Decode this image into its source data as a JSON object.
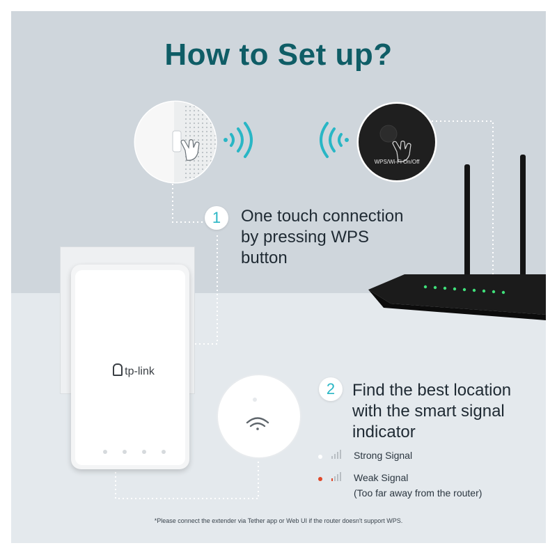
{
  "title": "How to Set up?",
  "step1": {
    "number": "1",
    "lines": [
      "One touch connection",
      "by pressing WPS",
      "button"
    ]
  },
  "step2": {
    "number": "2",
    "lines": [
      "Find the best location",
      "with the smart signal",
      "indicator"
    ]
  },
  "legend": {
    "strong": "Strong Signal",
    "weak": "Weak Signal",
    "weak_note": "(Too far away from the router)"
  },
  "router_button_label": "WPS/Wi-Fi On/Off",
  "brand": "tp-link",
  "footnote": "*Please connect the extender via Tether app or Web UI   if the router doesn't support WPS.",
  "colors": {
    "title": "#0f5d66",
    "accent": "#29b6c5",
    "weak_dot": "#e0482a",
    "strong_dot": "#ffffff",
    "router_led": "#3fe07a"
  }
}
